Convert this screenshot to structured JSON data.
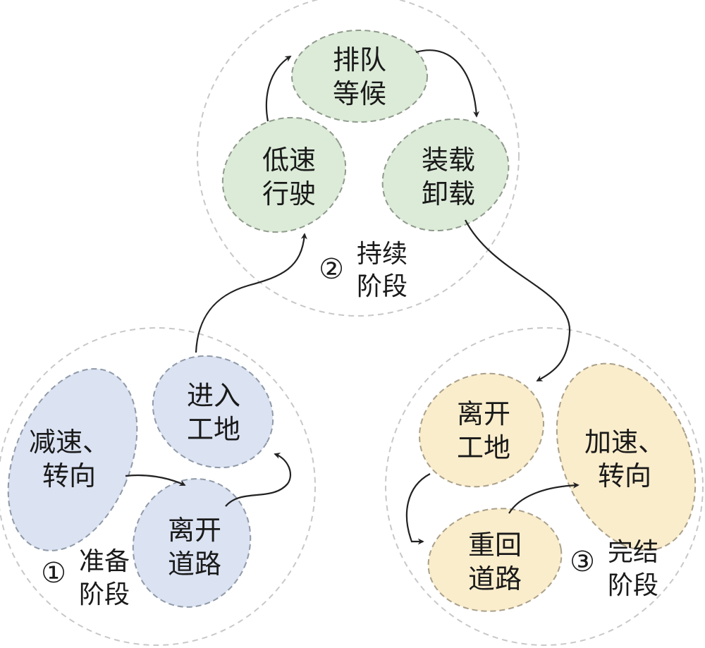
{
  "colors": {
    "stage_circle": "#c8c8c8",
    "blue_fill": "#dbe2f2",
    "green_fill": "#dcebd8",
    "yellow_fill": "#faedcc",
    "node_border": "#8f9aa8",
    "arrow": "#222222"
  },
  "stage1": {
    "number": "①",
    "line1": "准备",
    "line2": "阶段",
    "nodes": {
      "decel_turn": {
        "line1": "减速、",
        "line2": "转向"
      },
      "leave_road": {
        "line1": "离开",
        "line2": "道路"
      },
      "enter_site": {
        "line1": "进入",
        "line2": "工地"
      }
    }
  },
  "stage2": {
    "number": "②",
    "line1": "持续",
    "line2": "阶段",
    "nodes": {
      "low_speed": {
        "line1": "低速",
        "line2": "行驶"
      },
      "queue_wait": {
        "line1": "排队",
        "line2": "等候"
      },
      "load_unload": {
        "line1": "装载",
        "line2": "卸载"
      }
    }
  },
  "stage3": {
    "number": "③",
    "line1": "完结",
    "line2": "阶段",
    "nodes": {
      "leave_site": {
        "line1": "离开",
        "line2": "工地"
      },
      "return_road": {
        "line1": "重回",
        "line2": "道路"
      },
      "accel_turn": {
        "line1": "加速、",
        "line2": "转向"
      }
    }
  }
}
